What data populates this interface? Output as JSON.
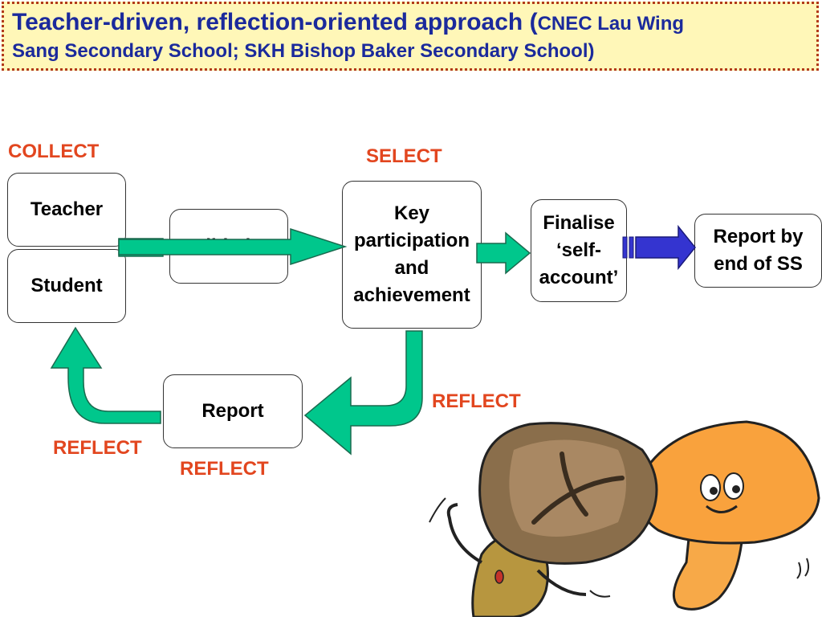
{
  "title": {
    "main": "Teacher-driven, reflection-oriented approach (",
    "schools_a": "CNEC Lau Wing",
    "schools_b": "Sang Secondary School; SKH Bishop Baker Secondary School)"
  },
  "labels": {
    "collect": "COLLECT",
    "select": "SELECT",
    "reflect_right": "REFLECT",
    "reflect_left": "REFLECT",
    "reflect_bottom": "REFLECT"
  },
  "boxes": {
    "teacher": "Teacher",
    "student": "Student",
    "validation": "Validation",
    "key": "Key participation and achievement",
    "finalise": "Finalise ‘self-account’",
    "report_end": "Report by end of SS",
    "report": "Report"
  },
  "colors": {
    "title_text": "#1b2a9c",
    "banner_bg": "#fff7b8",
    "banner_border": "#b23a1a",
    "label": "#e2461f",
    "green_arrow": "#00c78c",
    "blue_arrow": "#3434d0"
  },
  "illustration": {
    "icon": "mushroom-characters-icon"
  }
}
